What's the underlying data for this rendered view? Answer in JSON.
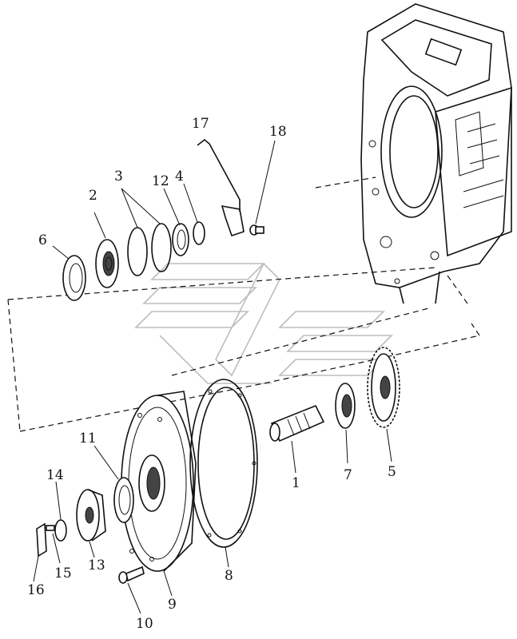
{
  "callouts": [
    {
      "id": "c1",
      "label": "1"
    },
    {
      "id": "c2",
      "label": "2"
    },
    {
      "id": "c3",
      "label": "3"
    },
    {
      "id": "c4",
      "label": "4"
    },
    {
      "id": "c5",
      "label": "5"
    },
    {
      "id": "c6",
      "label": "6"
    },
    {
      "id": "c7",
      "label": "7"
    },
    {
      "id": "c8",
      "label": "8"
    },
    {
      "id": "c9",
      "label": "9"
    },
    {
      "id": "c10",
      "label": "10"
    },
    {
      "id": "c11",
      "label": "11"
    },
    {
      "id": "c12",
      "label": "12"
    },
    {
      "id": "c13",
      "label": "13"
    },
    {
      "id": "c14",
      "label": "14"
    },
    {
      "id": "c15",
      "label": "15"
    },
    {
      "id": "c16",
      "label": "16"
    },
    {
      "id": "c17",
      "label": "17"
    },
    {
      "id": "c18",
      "label": "18"
    }
  ],
  "colors": {
    "line": "#111111",
    "background": "#ffffff",
    "watermark": "#bdbdbd"
  }
}
